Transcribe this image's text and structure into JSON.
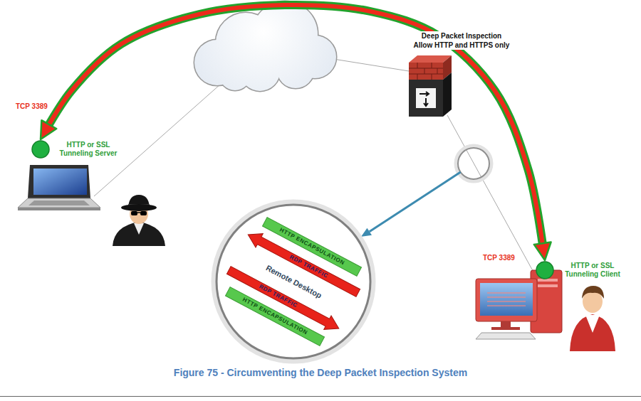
{
  "diagram": {
    "caption": "Figure 75 - Circumventing the Deep Packet Inspection System",
    "nodes": [
      {
        "text": [
          "HTTP or SSL Tunneling Server"
        ]
      },
      {
        "text": [
          "Deep Packet Inspection",
          "Allow HTTP and HTTPS only"
        ]
      },
      {
        "text": [
          "Remote Desktop"
        ]
      },
      {
        "text": [
          "HTTP ENCAPSULATION"
        ],
        "in": 2
      },
      {
        "text": [
          "RDP TRAFFIC"
        ],
        "in": 2
      },
      {
        "text": [
          "RDP TRAFFIC"
        ],
        "in": 2
      },
      {
        "text": [
          "HTTP ENCAPSULATION"
        ],
        "in": 2
      },
      {
        "text": [
          "HTTP or SSL Tunneling Client"
        ]
      }
    ],
    "edges": [
      {
        "from": 0,
        "to": 7,
        "arrow": "both"
      }
    ],
    "labels": [
      "TCP 3389",
      "TCP 3389"
    ]
  }
}
